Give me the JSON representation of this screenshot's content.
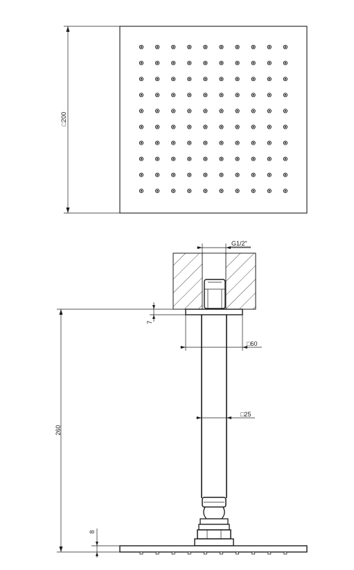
{
  "drawing": {
    "top_view": {
      "dimension_label": "□200",
      "nozzle_grid": {
        "rows": 10,
        "columns": 10
      }
    },
    "side_view": {
      "thread_label": "G1/2\"",
      "flange_label": "□60",
      "arm_label": "□25",
      "flange_thickness_label": "7",
      "height_label": "260",
      "head_thickness_label": "8"
    },
    "colors": {
      "line": "#1a1a1a",
      "background": "#ffffff"
    }
  }
}
